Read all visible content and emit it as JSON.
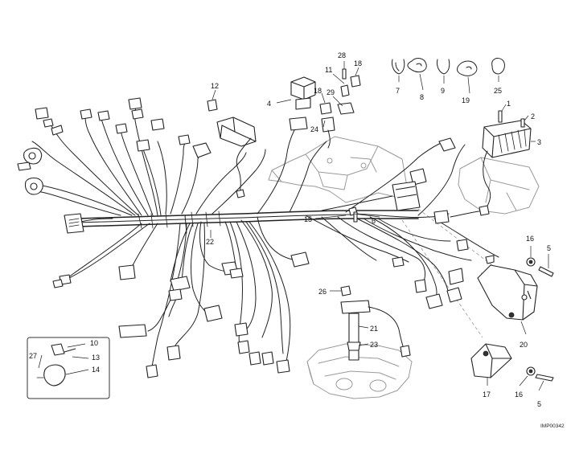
{
  "labels": {
    "l1": "1",
    "l2": "2",
    "l3": "3",
    "l4": "4",
    "l5a": "5",
    "l5b": "5",
    "l6": "6",
    "l7": "7",
    "l8": "8",
    "l9": "9",
    "l10": "10",
    "l11": "11",
    "l12": "12",
    "l13": "13",
    "l14": "14",
    "l15": "15",
    "l16a": "16",
    "l16b": "16",
    "l17": "17",
    "l18a": "18",
    "l18b": "18",
    "l19": "19",
    "l20": "20",
    "l21": "21",
    "l22": "22",
    "l23": "23",
    "l24": "24",
    "l25": "25",
    "l26": "26",
    "l27": "27",
    "l28": "28",
    "l29": "29"
  },
  "reference_code": "IMP00342",
  "colors": {
    "line": "#222222",
    "ghost_part": "#9a9a9a",
    "background": "#ffffff"
  }
}
